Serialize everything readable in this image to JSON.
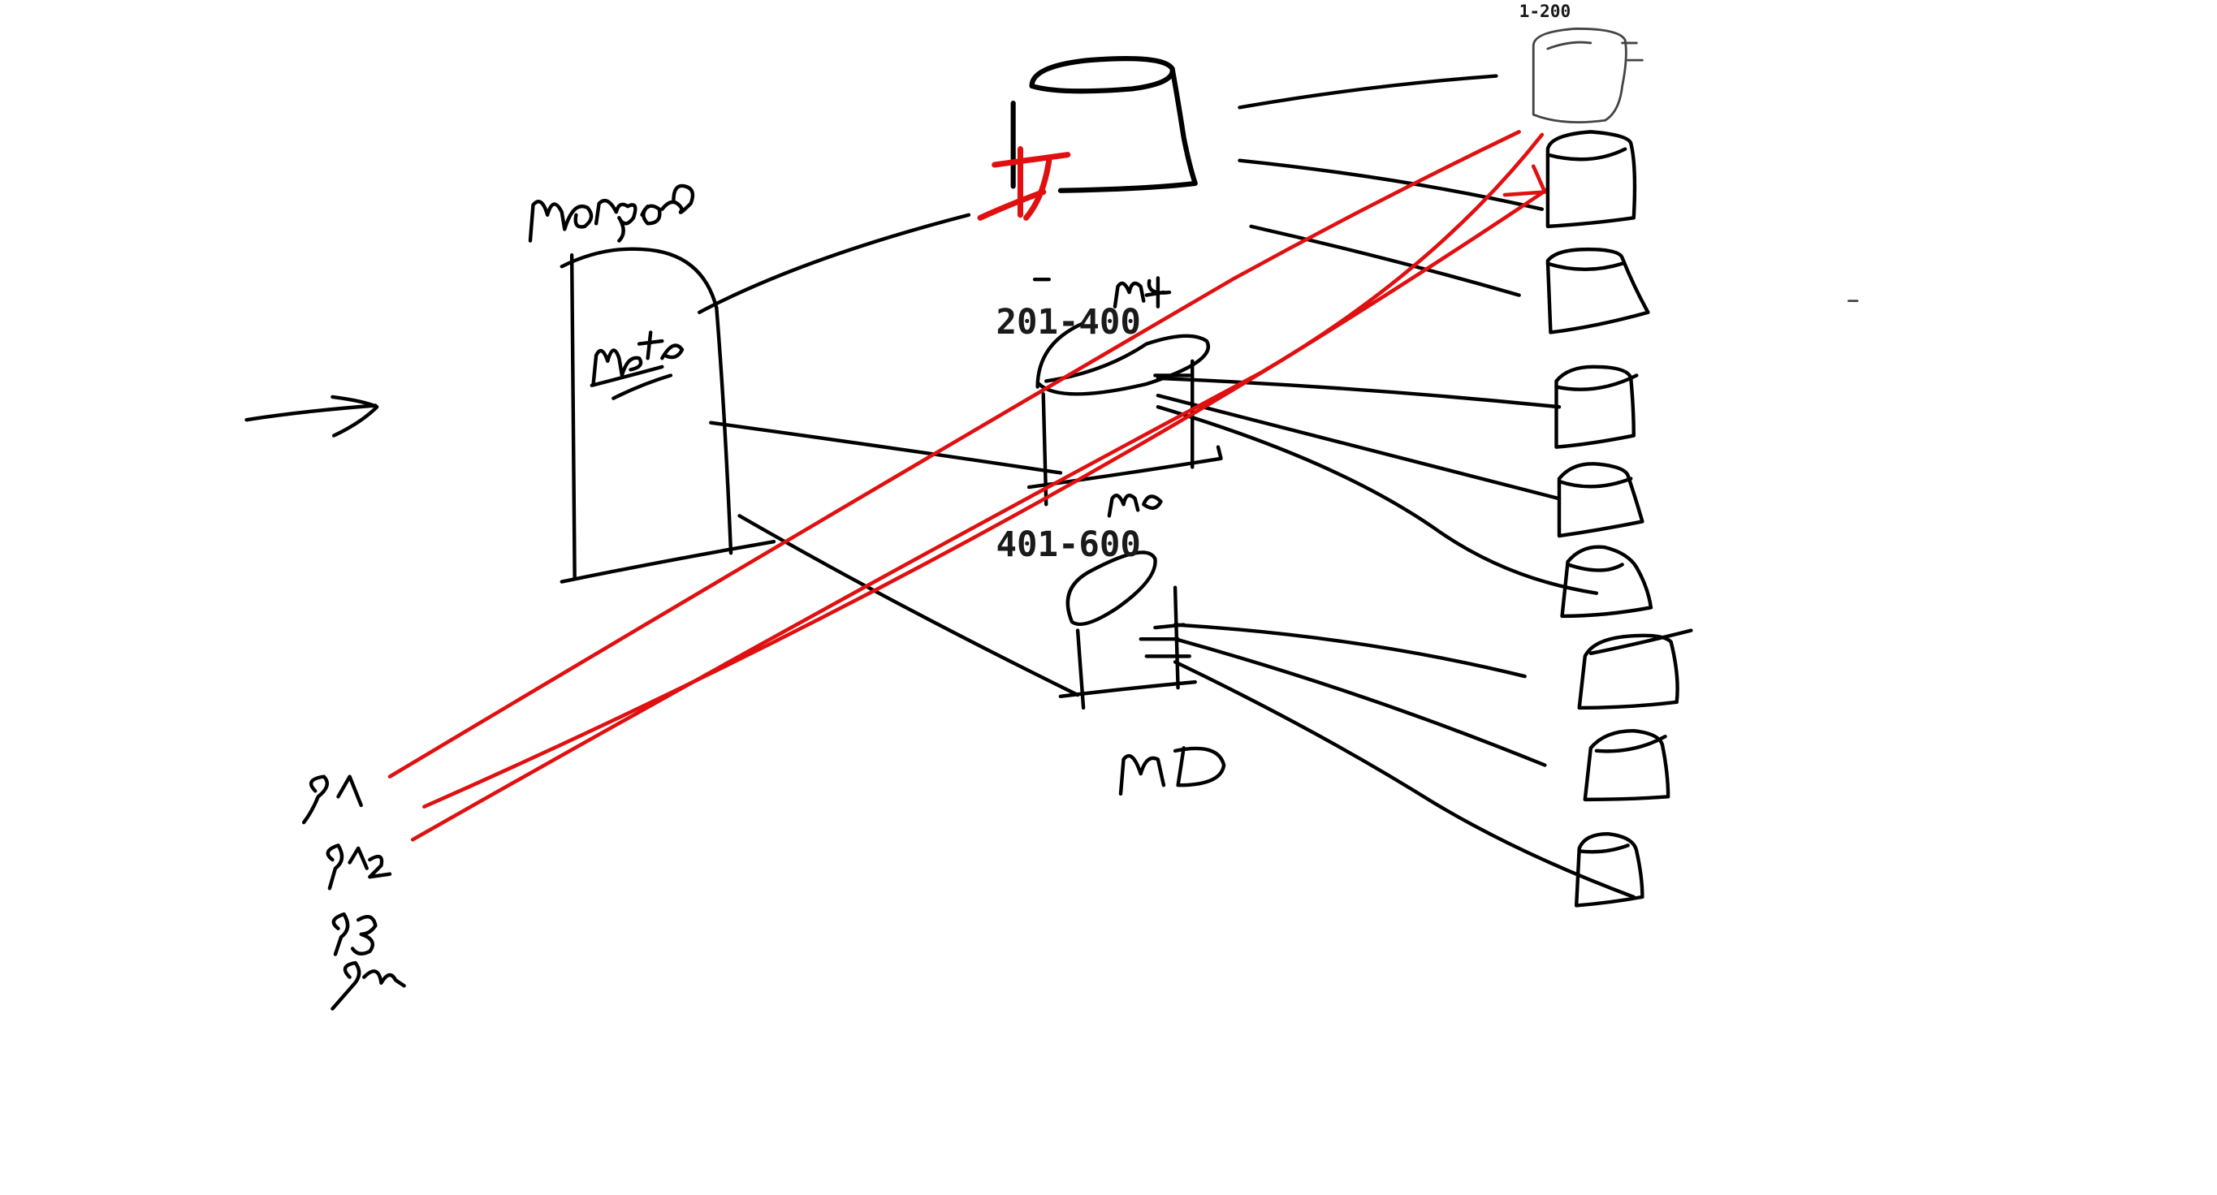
{
  "diagram": {
    "colors": {
      "background": "#ffffff",
      "ink": "#000000",
      "highlight": "#e01010"
    },
    "range_labels": {
      "top_shard": "1-200",
      "mid_shard": "201-400",
      "lower_shard": "401-600"
    },
    "handwritten_notes": [
      {
        "kind": "mongos-scribble"
      },
      {
        "kind": "meta-scribble"
      },
      {
        "kind": "m4-scribble"
      },
      {
        "kind": "m0-scribble"
      },
      {
        "kind": "md-scribble"
      },
      {
        "kind": "q1-q4-scribble"
      }
    ],
    "storage_icon_count": 9
  }
}
